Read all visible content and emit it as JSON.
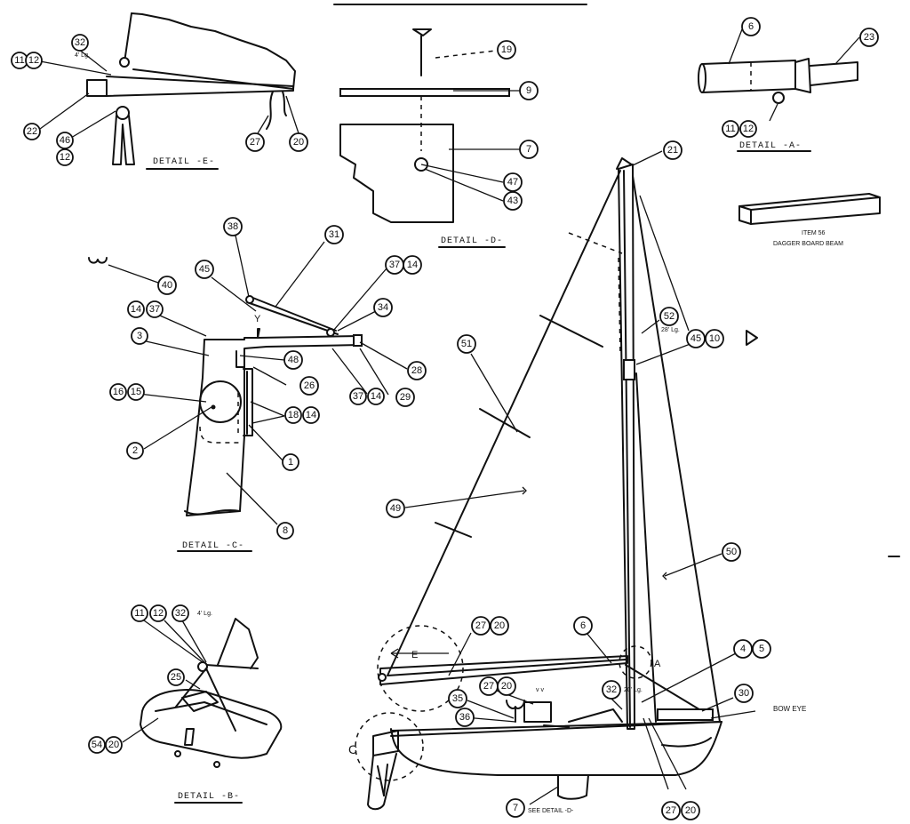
{
  "details": {
    "a": "DETAIL -A-",
    "b": "DETAIL -B-",
    "c": "DETAIL -C-",
    "d": "DETAIL -D-",
    "e": "DETAIL -E-"
  },
  "dagger_board": {
    "item": "ITEM 56",
    "label": "DAGGER BOARD BEAM"
  },
  "main_labels": {
    "bow_eye": "BOW EYE",
    "see_detail_d": "SEE DETAIL -D-",
    "letter_a": "A",
    "letter_c": "C",
    "letter_e": "E"
  },
  "lengths": {
    "e32": "4' Lg.",
    "b32": "4' Lg.",
    "m52": "28' Lg.",
    "m32": "20' Lg."
  },
  "callouts": {
    "e": [
      "11",
      "12",
      "32",
      "22",
      "46",
      "12",
      "27",
      "20"
    ],
    "d": [
      "19",
      "9",
      "7",
      "47",
      "43"
    ],
    "a": [
      "6",
      "23",
      "11",
      "12"
    ],
    "c": [
      "38",
      "31",
      "45",
      "37",
      "14",
      "40",
      "14",
      "37",
      "34",
      "3",
      "48",
      "28",
      "37",
      "14",
      "29",
      "26",
      "16",
      "15",
      "18",
      "14",
      "2",
      "1",
      "8"
    ],
    "b": [
      "11",
      "12",
      "32",
      "25",
      "54",
      "20"
    ],
    "main": [
      "21",
      "52",
      "45",
      "10",
      "51",
      "49",
      "50",
      "27",
      "20",
      "6",
      "4",
      "5",
      "35",
      "27",
      "20",
      "32",
      "36",
      "30",
      "7",
      "27",
      "20"
    ]
  },
  "icons": [
    "horseshoe-icon",
    "flag-icon"
  ]
}
